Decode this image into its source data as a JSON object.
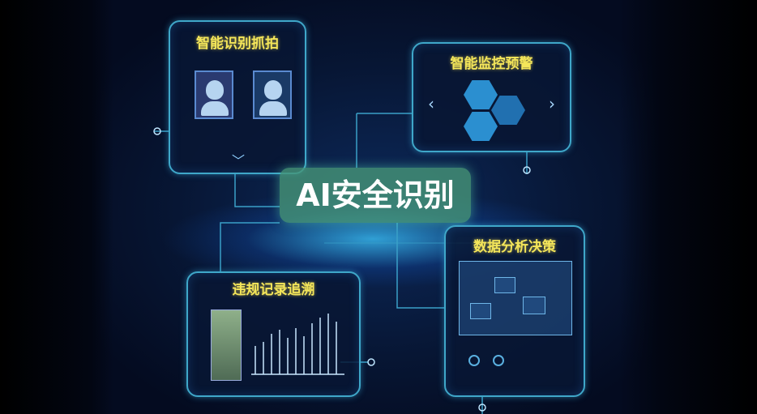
{
  "center_label": "AI安全识别",
  "panels": {
    "capture": {
      "title": "智能识别抓拍"
    },
    "monitor": {
      "title": "智能监控预警"
    },
    "trace": {
      "title": "违规记录追溯"
    },
    "analysis": {
      "title": "数据分析决策"
    }
  },
  "colors": {
    "title": "#f4e65a",
    "frame": "#3fa7c9",
    "center_bg": "#46967a",
    "background": "#071634"
  }
}
